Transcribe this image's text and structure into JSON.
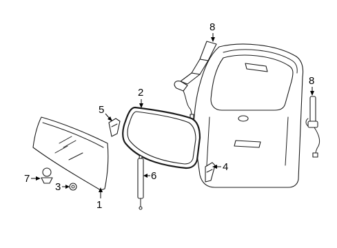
{
  "diagram": {
    "callouts": [
      {
        "id": "c1",
        "label": "1",
        "part": "back-glass"
      },
      {
        "id": "c2",
        "label": "2",
        "part": "glass-weatherstrip"
      },
      {
        "id": "c3",
        "label": "3",
        "part": "grommet"
      },
      {
        "id": "c4",
        "label": "4",
        "part": "glass-hinge-right"
      },
      {
        "id": "c5",
        "label": "5",
        "part": "glass-hinge-left"
      },
      {
        "id": "c6",
        "label": "6",
        "part": "glass-lift-support"
      },
      {
        "id": "c7",
        "label": "7",
        "part": "bumper-stop"
      },
      {
        "id": "c8a",
        "label": "8",
        "part": "gate-lift-support-left"
      },
      {
        "id": "c8b",
        "label": "8",
        "part": "gate-lift-support-right"
      }
    ],
    "colors": {
      "line": "#1a1a1a",
      "background": "#ffffff"
    }
  }
}
